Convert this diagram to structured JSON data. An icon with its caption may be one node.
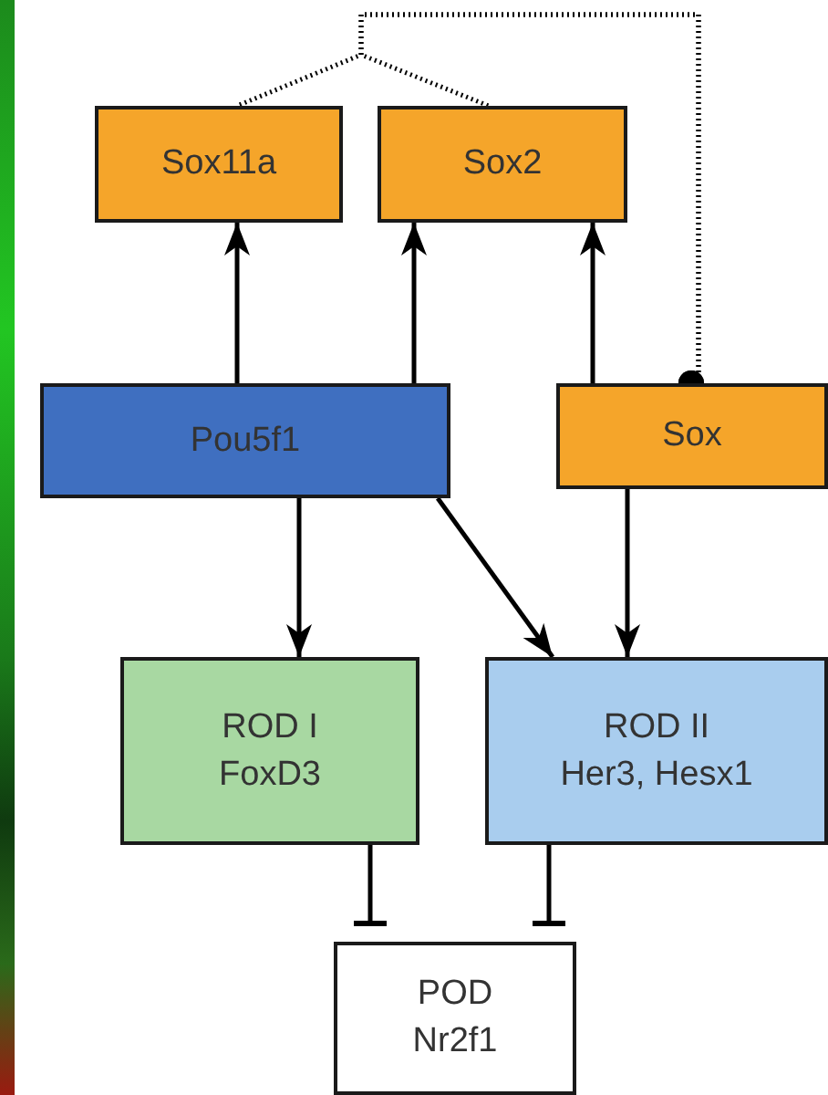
{
  "diagram": {
    "nodes": [
      {
        "text": [
          "Sox11a"
        ]
      },
      {
        "text": [
          "Sox2"
        ]
      },
      {
        "text": [
          "Pou5f1"
        ]
      },
      {
        "text": [
          "Sox"
        ]
      },
      {
        "text": [
          "ROD I",
          "FoxD3"
        ]
      },
      {
        "text": [
          "ROD II",
          "Her3, Hesx1"
        ]
      },
      {
        "text": [
          "POD",
          "Nr2f1"
        ]
      }
    ],
    "edges": [
      {
        "from": 2,
        "to": 0,
        "arrow": "to"
      },
      {
        "from": 2,
        "to": 1,
        "arrow": "to"
      },
      {
        "from": 3,
        "to": 1,
        "arrow": "to"
      },
      {
        "from": 3,
        "to": 0,
        "arrow": "other",
        "style": "dashed"
      },
      {
        "from": 3,
        "to": 1,
        "arrow": "other",
        "style": "dashed"
      },
      {
        "from": 2,
        "to": 4,
        "arrow": "to"
      },
      {
        "from": 2,
        "to": 5,
        "arrow": "to"
      },
      {
        "from": 3,
        "to": 5,
        "arrow": "to"
      },
      {
        "from": 4,
        "to": 6,
        "arrow": "other"
      },
      {
        "from": 5,
        "to": 6,
        "arrow": "other"
      }
    ]
  }
}
